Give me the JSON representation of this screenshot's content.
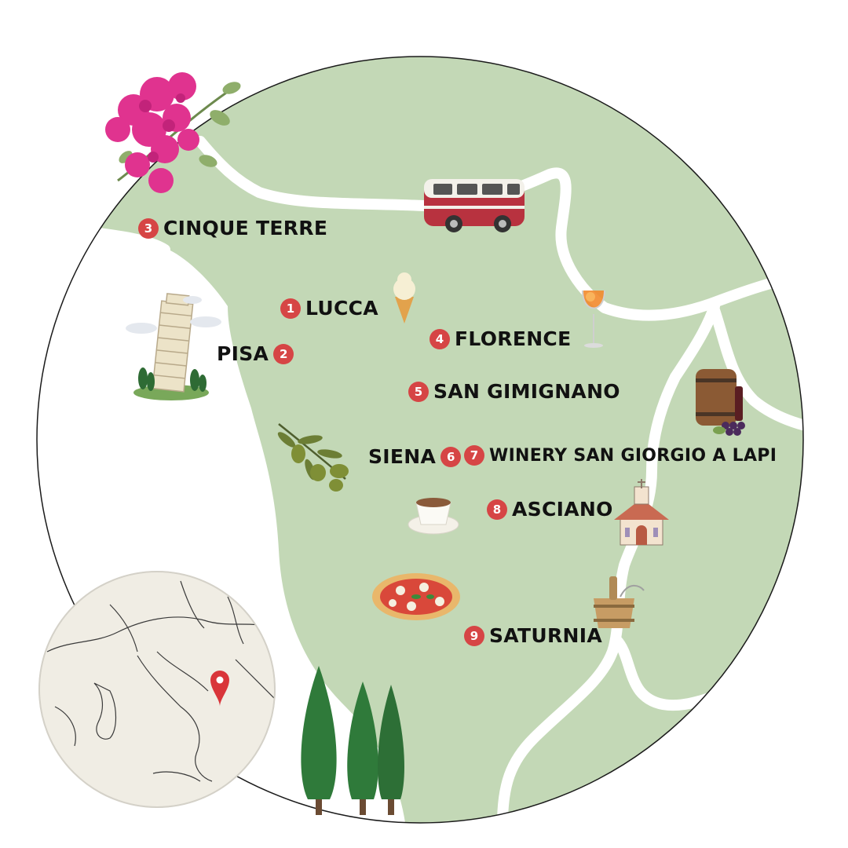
{
  "map": {
    "colors": {
      "land": "#c3d8b6",
      "road": "#ffffff",
      "outline": "#1a1a1a",
      "badge": "#d64545",
      "inset_land": "#f0ede4",
      "inset_border": "#3a3a3a",
      "pin": "#d9353a"
    },
    "stops": [
      {
        "num": "1",
        "name": "LUCCA"
      },
      {
        "num": "2",
        "name": "PISA"
      },
      {
        "num": "3",
        "name": "CINQUE TERRE"
      },
      {
        "num": "4",
        "name": "FLORENCE"
      },
      {
        "num": "5",
        "name": "SAN GIMIGNANO"
      },
      {
        "num": "6",
        "name": "SIENA"
      },
      {
        "num": "7",
        "name": "WINERY SAN GIORGIO A LAPI"
      },
      {
        "num": "8",
        "name": "ASCIANO"
      },
      {
        "num": "9",
        "name": "SATURNIA"
      }
    ],
    "illustrations": [
      "bougainvillea-flower",
      "camper-van",
      "leaning-tower-of-pisa",
      "ice-cream-cone",
      "aperol-spritz-glass",
      "wine-barrel-with-grapes",
      "olive-branch",
      "coffee-cup",
      "pizza",
      "church",
      "bath-bucket",
      "cypress-trees"
    ],
    "inset": {
      "marker": "location-pin-icon"
    }
  }
}
